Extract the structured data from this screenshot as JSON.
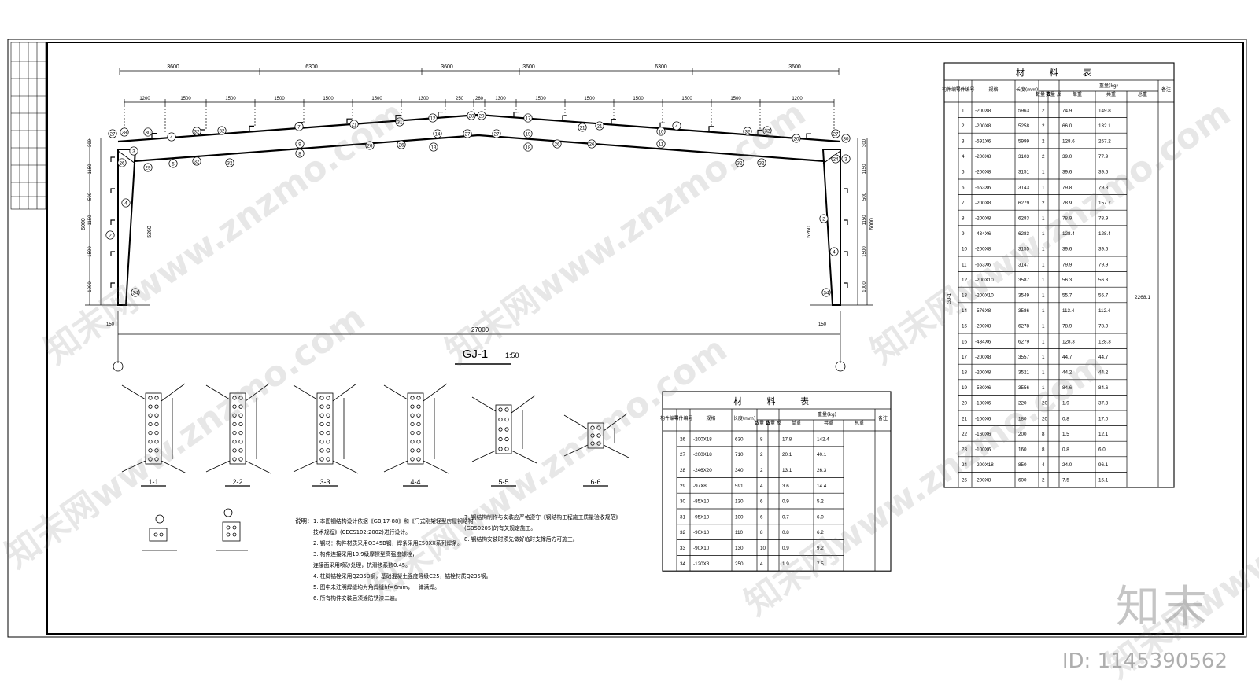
{
  "frame_title": "GJ-1",
  "frame_scale": "1:50",
  "dims_top_row1": [
    "3600",
    "6300",
    "3600",
    "3600",
    "6300",
    "3600"
  ],
  "dims_top_row2": [
    "1200",
    "1500",
    "1500",
    "1500",
    "1500",
    "1500",
    "1300",
    "250",
    "260",
    "1300",
    "1500",
    "1500",
    "1500",
    "1500",
    "1500",
    "1200"
  ],
  "dim_total": "27000",
  "dim_height_left": "6000",
  "dim_height_right": "6000",
  "col_height": "5260",
  "left_vert_dims": [
    "300",
    "1150",
    "500",
    "1150",
    "1500",
    "1000"
  ],
  "base_dims": [
    "150",
    "150"
  ],
  "sections": [
    "1-1",
    "2-2",
    "3-3",
    "4-4",
    "5-5",
    "6-6"
  ],
  "notes_heading": "说明：",
  "notes": [
    "1. 本图钢结构设计依据《GBJ17-88》和《门式刚架轻型房屋钢结构",
    "   技术规程》(CECS102:2002)进行设计。",
    "2. 钢材：构件材质采用Q345B钢，焊条采用E50XX系列焊条。",
    "3. 构件连接采用10.9级摩擦型高强度螺栓，",
    "   连接面采用喷砂处理，抗滑移系数0.45。",
    "4. 柱脚锚栓采用Q235B钢，基础混凝土强度等级C25，锚栓材质Q235钢。",
    "5. 图中未注明焊缝均为角焊缝hf=6mm，一律满焊。",
    "6. 所有构件安装后须涂防锈漆二遍。",
    "7. 钢结构制作与安装应严格遵守《钢结构工程施工质量验收规范》",
    "   (GB50205)的有关规定施工。",
    "8. 钢结构安装时须先做好临时支撑后方可施工。"
  ],
  "table_title": "材 料 表",
  "table_headers": [
    "构件编号",
    "零件编号",
    "规格",
    "长度(mm)",
    "数量 正",
    "数量 反",
    "单重",
    "共重",
    "总重",
    "备注"
  ],
  "table_weight_header": "重量(kg)",
  "member_code": "GJ-1",
  "total_weight": "2268.1",
  "table_rows_big": [
    [
      "1",
      "-200X8",
      "5963",
      "2",
      "74.9",
      "149.8"
    ],
    [
      "2",
      "-200X8",
      "5258",
      "2",
      "66.0",
      "132.1"
    ],
    [
      "3",
      "-591X6",
      "5999",
      "2",
      "128.6",
      "257.2"
    ],
    [
      "4",
      "-200X8",
      "3103",
      "2",
      "39.0",
      "77.9"
    ],
    [
      "5",
      "-200X8",
      "3151",
      "1",
      "39.6",
      "39.6"
    ],
    [
      "6",
      "-653X6",
      "3143",
      "1",
      "79.8",
      "79.8"
    ],
    [
      "7",
      "-200X8",
      "6279",
      "2",
      "78.9",
      "157.7"
    ],
    [
      "8",
      "-200X8",
      "6283",
      "1",
      "78.9",
      "78.9"
    ],
    [
      "9",
      "-434X6",
      "6283",
      "1",
      "128.4",
      "128.4"
    ],
    [
      "10",
      "-200X8",
      "3155",
      "1",
      "39.6",
      "39.6"
    ],
    [
      "11",
      "-653X6",
      "3147",
      "1",
      "79.9",
      "79.9"
    ],
    [
      "12",
      "-200X10",
      "3587",
      "1",
      "56.3",
      "56.3"
    ],
    [
      "13",
      "-200X10",
      "3549",
      "1",
      "55.7",
      "55.7"
    ],
    [
      "14",
      "-576X8",
      "3586",
      "1",
      "113.4",
      "112.4"
    ],
    [
      "15",
      "-200X8",
      "6278",
      "1",
      "78.9",
      "78.9"
    ],
    [
      "16",
      "-434X6",
      "6279",
      "1",
      "128.3",
      "128.3"
    ],
    [
      "17",
      "-200X8",
      "3557",
      "1",
      "44.7",
      "44.7"
    ],
    [
      "18",
      "-200X8",
      "3521",
      "1",
      "44.2",
      "44.2"
    ],
    [
      "19",
      "-580X6",
      "3556",
      "1",
      "84.6",
      "84.6"
    ],
    [
      "20",
      "-180X6",
      "220",
      "20",
      "1.9",
      "37.3"
    ],
    [
      "21",
      "-100X6",
      "180",
      "20",
      "0.8",
      "17.0"
    ],
    [
      "22",
      "-160X6",
      "200",
      "8",
      "1.5",
      "12.1"
    ],
    [
      "23",
      "-100X6",
      "160",
      "8",
      "0.8",
      "6.0"
    ],
    [
      "24",
      "-200X18",
      "850",
      "4",
      "24.0",
      "96.1"
    ],
    [
      "25",
      "-200X8",
      "600",
      "2",
      "7.5",
      "15.1"
    ]
  ],
  "table_rows_small": [
    [
      "26",
      "-200X18",
      "630",
      "8",
      "17.8",
      "142.4"
    ],
    [
      "27",
      "-200X18",
      "710",
      "2",
      "20.1",
      "40.1"
    ],
    [
      "28",
      "-246X20",
      "340",
      "2",
      "13.1",
      "26.3"
    ],
    [
      "29",
      "-97X8",
      "591",
      "4",
      "3.6",
      "14.4"
    ],
    [
      "30",
      "-85X10",
      "130",
      "6",
      "0.9",
      "5.2"
    ],
    [
      "31",
      "-95X10",
      "100",
      "6",
      "0.7",
      "6.0"
    ],
    [
      "32",
      "-90X10",
      "110",
      "8",
      "0.8",
      "6.2"
    ],
    [
      "33",
      "-90X10",
      "130",
      "10",
      "0.9",
      "9.2"
    ],
    [
      "34",
      "-120X8",
      "250",
      "4",
      "1.9",
      "7.5"
    ]
  ],
  "watermark_text": "知末网www.znzmo.com",
  "brand_text": "知末",
  "id_text": "ID: 1145390562",
  "colors": {
    "line": "#000000",
    "paper": "#ffffff",
    "watermark": "#8c8c8c"
  }
}
